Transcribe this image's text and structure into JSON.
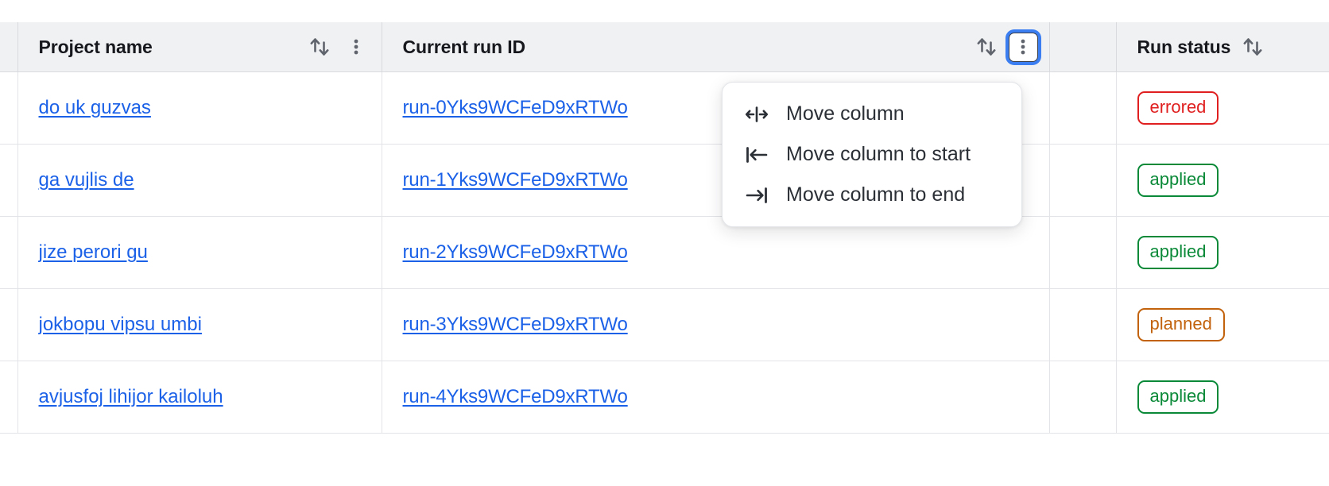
{
  "table": {
    "columns": [
      {
        "key": "spacer",
        "label": "",
        "has_sort": false,
        "has_menu": false
      },
      {
        "key": "project_name",
        "label": "Project name",
        "has_sort": true,
        "has_menu": true,
        "sort_icon": "sort-arrows-icon",
        "menu_icon": "kebab-menu-icon"
      },
      {
        "key": "current_run_id",
        "label": "Current run ID",
        "has_sort": true,
        "has_menu": true,
        "sort_icon": "sort-arrows-icon",
        "menu_icon": "kebab-menu-icon",
        "menu_focused": true
      },
      {
        "key": "run_status",
        "label": "Run status",
        "has_sort": true,
        "has_menu": false,
        "sort_icon": "sort-arrows-icon"
      }
    ],
    "rows": [
      {
        "project_name": "do uk guzvas",
        "current_run_id": "run-0Yks9WCFeD9xRTWo",
        "run_status": "errored",
        "status_kind": "errored"
      },
      {
        "project_name": "ga vujlis de",
        "current_run_id": "run-1Yks9WCFeD9xRTWo",
        "run_status": "applied",
        "status_kind": "applied"
      },
      {
        "project_name": "jize perori gu",
        "current_run_id": "run-2Yks9WCFeD9xRTWo",
        "run_status": "applied",
        "status_kind": "applied"
      },
      {
        "project_name": "jokbopu vipsu umbi",
        "current_run_id": "run-3Yks9WCFeD9xRTWo",
        "run_status": "planned",
        "status_kind": "planned"
      },
      {
        "project_name": "avjusfoj lihijor kailoluh",
        "current_run_id": "run-4Yks9WCFeD9xRTWo",
        "run_status": "applied",
        "status_kind": "applied"
      }
    ]
  },
  "column_menu": {
    "open_for_column": "Current run ID",
    "items": [
      {
        "label": "Move column",
        "icon": "move-column-horizontal-icon"
      },
      {
        "label": "Move column to start",
        "icon": "arrow-to-line-left-icon"
      },
      {
        "label": "Move column to end",
        "icon": "arrow-to-line-right-icon"
      }
    ]
  },
  "colors": {
    "link": "#1b61e8",
    "focus_ring": "#3b7ef2",
    "header_bg": "#f0f1f3",
    "status_errored": "#e02020",
    "status_applied": "#0a8a38",
    "status_planned": "#c2620c"
  }
}
